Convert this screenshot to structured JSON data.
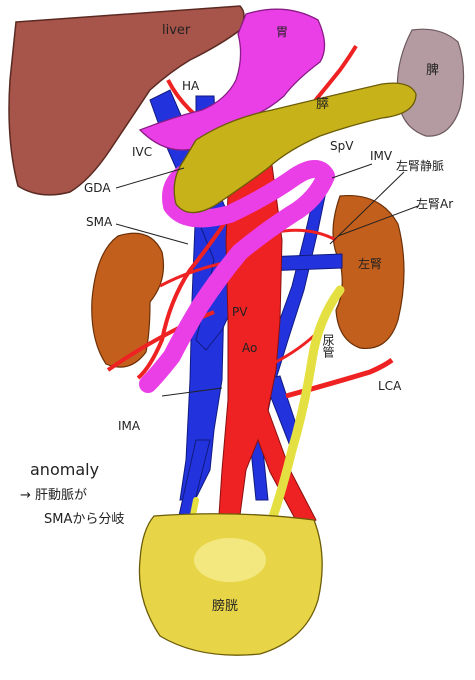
{
  "labels": {
    "liver": "liver",
    "stomach": "胃",
    "spleen": "脾",
    "pancreas": "膵",
    "ha": "HA",
    "ivc": "IVC",
    "spv": "SpV",
    "imv": "IMV",
    "left_renal_vein": "左腎静脈",
    "left_renal_artery": "左腎Ar",
    "gda": "GDA",
    "sma": "SMA",
    "left_kidney": "左腎",
    "pv": "PV",
    "ao": "Ao",
    "ureter": "尿管",
    "lca": "LCA",
    "ima": "IMA",
    "bladder": "膀胱"
  },
  "note": {
    "title": "anomaly",
    "line1": "→ 肝動脈が",
    "line2": "SMAから分岐"
  },
  "colors": {
    "liver": "#a7544a",
    "stomach": "#ea3ee6",
    "spleen": "#b39ba1",
    "pancreas": "#c8b21a",
    "kidney": "#c35f1c",
    "artery": "#ee2222",
    "vein": "#2233dd",
    "ureter": "#e5e042",
    "bladder": "#e8d547"
  }
}
